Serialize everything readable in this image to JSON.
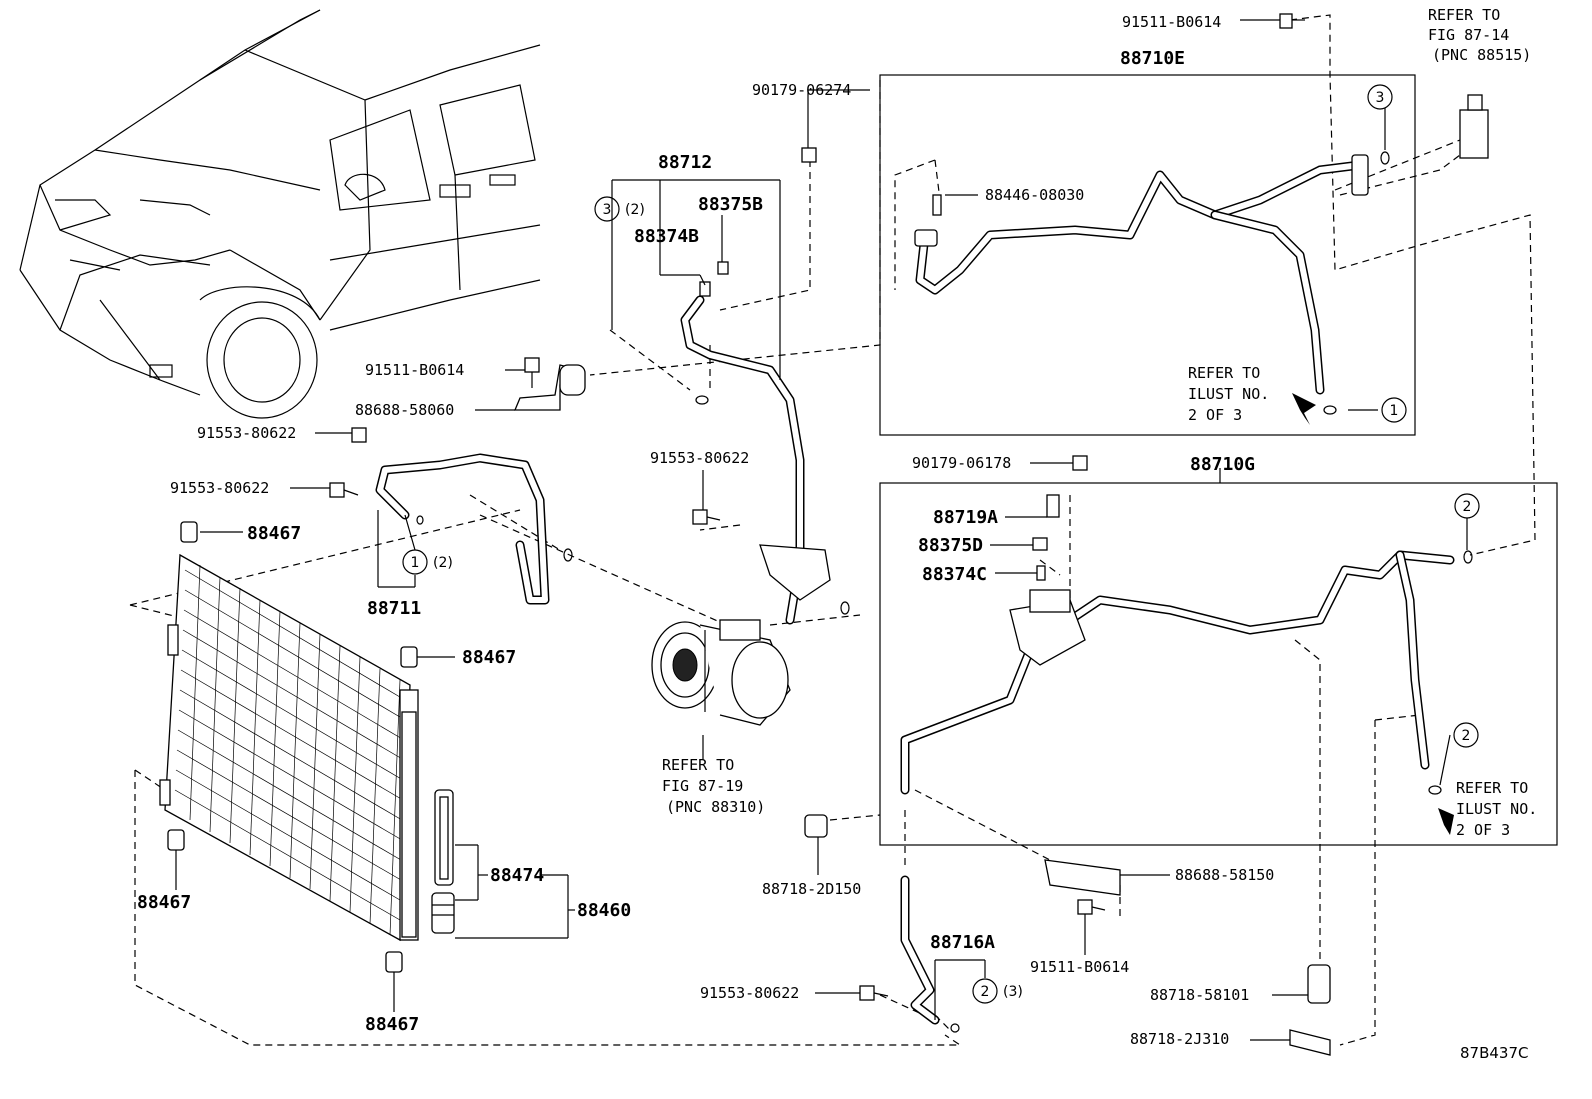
{
  "diagram_id": "87B437C",
  "labels": {
    "pn_91511_top": "91511-B0614",
    "refer_fig_87_14": [
      "REFER TO",
      "FIG 87-14",
      "(PNC 88515)"
    ],
    "pn_88710E": "88710E",
    "pn_90179_06274": "90179-06274",
    "pn_88712": "88712",
    "pn_88375B": "88375B",
    "pn_88374B": "88374B",
    "circle3_qty": "(2)",
    "pn_88446_08030": "88446-08030",
    "pn_91511_left": "91511-B0614",
    "pn_88688_58060": "88688-58060",
    "pn_91553_a": "91553-80622",
    "pn_91553_b": "91553-80622",
    "pn_91553_c": "91553-80622",
    "pn_91553_d": "91553-80622",
    "pn_88467_a": "88467",
    "pn_88467_b": "88467",
    "pn_88467_c": "88467",
    "pn_88467_d": "88467",
    "pn_88711": "88711",
    "circle1_qty": "(2)",
    "refer_ilust_top": [
      "REFER TO",
      "ILUST NO.",
      "2 OF 3"
    ],
    "refer_ilust_bottom": [
      "REFER TO",
      "ILUST NO.",
      "2 OF 3"
    ],
    "refer_fig_87_19": [
      "REFER TO",
      "FIG 87-19",
      "(PNC 88310)"
    ],
    "pn_90179_06178": "90179-06178",
    "pn_88710G": "88710G",
    "pn_88719A": "88719A",
    "pn_88375D": "88375D",
    "pn_88374C": "88374C",
    "pn_88474": "88474",
    "pn_88460": "88460",
    "pn_88718_2D150": "88718-2D150",
    "pn_88688_58150": "88688-58150",
    "pn_91511_bottom": "91511-B0614",
    "pn_88716A": "88716A",
    "circle2_qty": "(3)",
    "pn_88718_58101": "88718-58101",
    "pn_88718_2J310": "88718-2J310"
  },
  "callouts": {
    "c1": "1",
    "c2": "2",
    "c3": "3"
  }
}
